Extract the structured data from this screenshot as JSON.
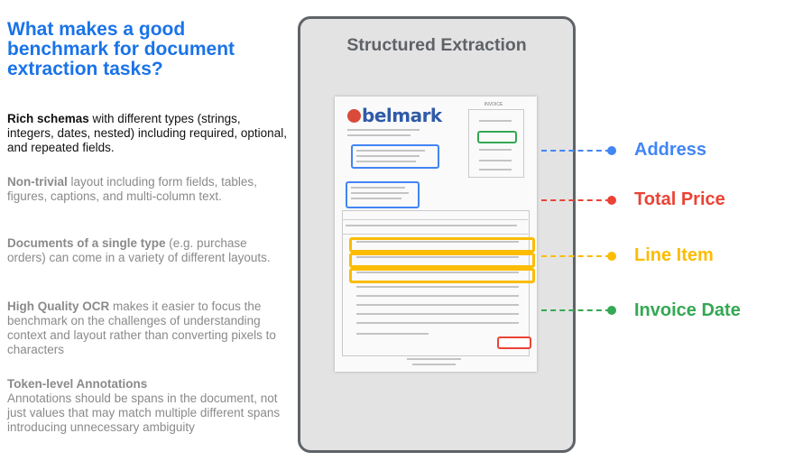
{
  "title": "What makes a good benchmark for document extraction tasks?",
  "points": [
    {
      "lead": "Rich schemas",
      "rest": " with different types (strings, integers, dates, nested) including required, optional, and repeated fields."
    },
    {
      "lead": "Non-trivial",
      "rest": " layout including form fields, tables, figures, captions, and multi-column text."
    },
    {
      "lead": "Documents of a single type",
      "rest": " (e.g. purchase orders) can come in a variety of different layouts."
    },
    {
      "lead": "High Quality OCR",
      "rest": " makes it easier to focus the benchmark on the challenges of understanding context and layout rather than converting pixels to characters"
    },
    {
      "lead": "Token-level Annotations",
      "rest": "Annotations should be spans in the document, not just values that may match multiple different spans introducing unnecessary ambiguity"
    }
  ],
  "panel": {
    "title": "Structured Extraction",
    "invoice": {
      "logo": "belmark",
      "heading": "INVOICE"
    }
  },
  "labels": {
    "address": "Address",
    "total_price": "Total Price",
    "line_item": "Line Item",
    "invoice_date": "Invoice Date"
  },
  "colors": {
    "title": "#1a73e8",
    "address": "#4285f4",
    "total_price": "#ea4335",
    "line_item": "#fbbc04",
    "invoice_date": "#34a853",
    "panel_border": "#5f6368"
  }
}
